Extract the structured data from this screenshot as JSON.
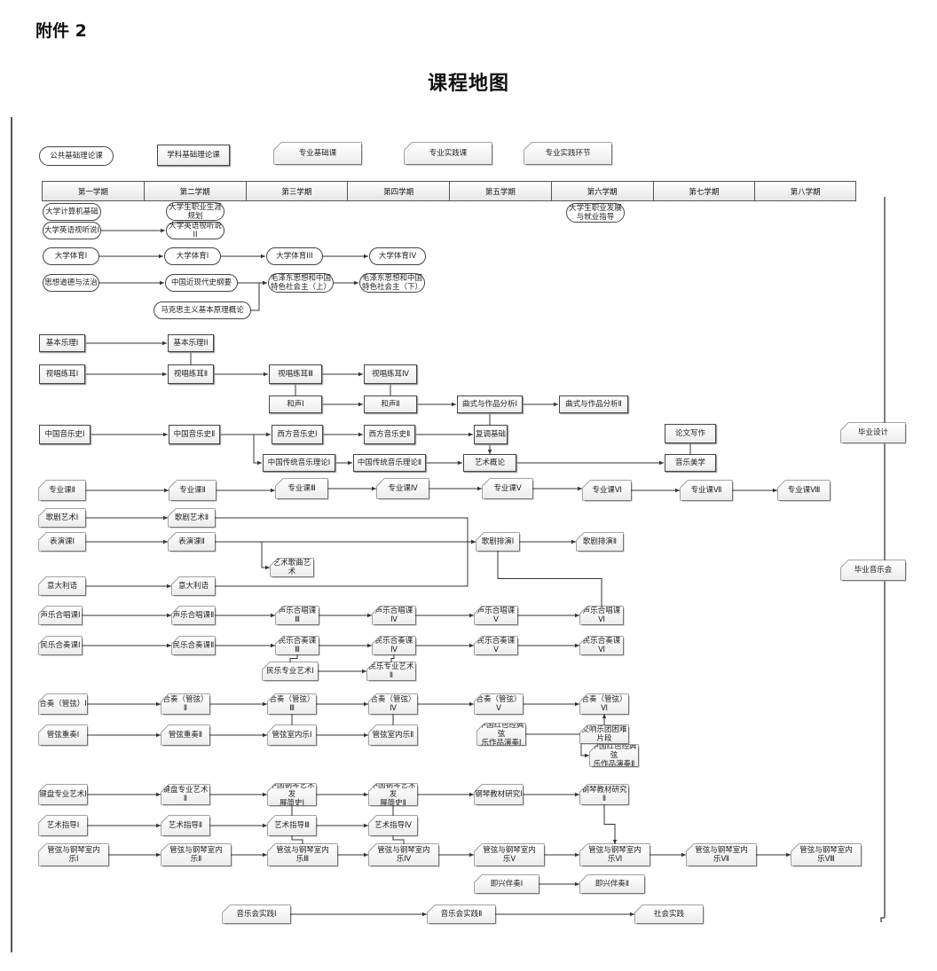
{
  "header": {
    "attachment": "附件 2",
    "title": "课程地图"
  },
  "semesters": [
    "第一学期",
    "第二学期",
    "第三学期",
    "第四学期",
    "第五学期",
    "第六学期",
    "第七学期",
    "第八学期"
  ],
  "legend": [
    {
      "id": "lg1",
      "label": "公共基础理论课",
      "shape": "pill"
    },
    {
      "id": "lg2",
      "label": "学科基础理论课",
      "shape": "rect"
    },
    {
      "id": "lg3",
      "label": "专业基础课",
      "shape": "tab"
    },
    {
      "id": "lg4",
      "label": "专业实践课",
      "shape": "tab"
    },
    {
      "id": "lg5",
      "label": "专业实践环节",
      "shape": "tab"
    }
  ],
  "nodes": [
    {
      "id": "jsj",
      "label": "大学计算机基础",
      "shape": "pill"
    },
    {
      "id": "zysy",
      "label": "大学生职业生涯\n规划",
      "shape": "pill"
    },
    {
      "id": "jyzd",
      "label": "大学生职业发展\n与就业指导",
      "shape": "pill"
    },
    {
      "id": "en1",
      "label": "大学英语视听说I",
      "shape": "pill"
    },
    {
      "id": "en2",
      "label": "大学英语视听说II",
      "shape": "pill"
    },
    {
      "id": "pe1",
      "label": "大学体育I",
      "shape": "pill"
    },
    {
      "id": "pe2",
      "label": "大学体育I",
      "shape": "pill"
    },
    {
      "id": "pe3",
      "label": "大学体育III",
      "shape": "pill"
    },
    {
      "id": "pe4",
      "label": "大学体育IV",
      "shape": "pill"
    },
    {
      "id": "sxdd",
      "label": "思想道德与法治",
      "shape": "pill"
    },
    {
      "id": "jxds",
      "label": "中国近现代史纲要",
      "shape": "pill"
    },
    {
      "id": "mao1",
      "label": "毛泽东思想和中国\n特色社会主（上）",
      "shape": "pill"
    },
    {
      "id": "mao2",
      "label": "毛泽东思想和中国\n特色社会主（下）",
      "shape": "pill"
    },
    {
      "id": "marx",
      "label": "马克思主义基本原理概论",
      "shape": "pill"
    },
    {
      "id": "yl1",
      "label": "基本乐理I",
      "shape": "rect"
    },
    {
      "id": "yl2",
      "label": "基本乐理II",
      "shape": "rect"
    },
    {
      "id": "sc1",
      "label": "视唱练耳Ⅰ",
      "shape": "rect"
    },
    {
      "id": "sc2",
      "label": "视唱练耳Ⅱ",
      "shape": "rect"
    },
    {
      "id": "sc3",
      "label": "视唱练耳Ⅲ",
      "shape": "rect"
    },
    {
      "id": "sc4",
      "label": "视唱练耳Ⅳ",
      "shape": "rect"
    },
    {
      "id": "hs1",
      "label": "和声I",
      "shape": "rect"
    },
    {
      "id": "hs2",
      "label": "和声Ⅱ",
      "shape": "rect"
    },
    {
      "id": "qs1",
      "label": "曲式与作品分析Ⅰ",
      "shape": "rect"
    },
    {
      "id": "qs2",
      "label": "曲式与作品分析Ⅱ",
      "shape": "rect"
    },
    {
      "id": "cmh1",
      "label": "中国音乐史Ⅰ",
      "shape": "rect"
    },
    {
      "id": "cmh2",
      "label": "中国音乐史Ⅱ",
      "shape": "rect"
    },
    {
      "id": "wmh1",
      "label": "西方音乐史Ⅰ",
      "shape": "rect"
    },
    {
      "id": "wmh2",
      "label": "西方音乐史Ⅱ",
      "shape": "rect"
    },
    {
      "id": "fd",
      "label": "复调基础",
      "shape": "rect"
    },
    {
      "id": "ct1",
      "label": "中国传统音乐理论Ⅰ",
      "shape": "rect"
    },
    {
      "id": "ct2",
      "label": "中国传统音乐理论Ⅱ",
      "shape": "rect"
    },
    {
      "id": "ysgl",
      "label": "艺术概论",
      "shape": "rect"
    },
    {
      "id": "lw",
      "label": "论文写作",
      "shape": "rect"
    },
    {
      "id": "ylmx",
      "label": "音乐美学",
      "shape": "rect"
    },
    {
      "id": "zy1",
      "label": "专业课Ⅱ",
      "shape": "tab"
    },
    {
      "id": "zy2",
      "label": "专业课Ⅱ",
      "shape": "tab"
    },
    {
      "id": "zy3",
      "label": "专业课Ⅲ",
      "shape": "tab"
    },
    {
      "id": "zy4",
      "label": "专业课Ⅳ",
      "shape": "tab"
    },
    {
      "id": "zy5",
      "label": "专业课Ⅴ",
      "shape": "tab"
    },
    {
      "id": "zy6",
      "label": "专业课Ⅵ",
      "shape": "tab"
    },
    {
      "id": "zy7",
      "label": "专业课Ⅶ",
      "shape": "tab"
    },
    {
      "id": "zy8",
      "label": "专业课Ⅷ",
      "shape": "tab"
    },
    {
      "id": "gj1",
      "label": "歌剧艺术Ⅰ",
      "shape": "tab"
    },
    {
      "id": "gj2",
      "label": "歌剧艺术Ⅱ",
      "shape": "tab"
    },
    {
      "id": "by1",
      "label": "表演课Ⅰ",
      "shape": "tab"
    },
    {
      "id": "by2",
      "label": "表演课Ⅱ",
      "shape": "tab"
    },
    {
      "id": "gp1",
      "label": "歌剧排演Ⅰ",
      "shape": "tab"
    },
    {
      "id": "gp2",
      "label": "歌剧排演Ⅱ",
      "shape": "tab"
    },
    {
      "id": "yssq",
      "label": "艺术歌曲艺术",
      "shape": "tab"
    },
    {
      "id": "ydl1",
      "label": "意大利语",
      "shape": "tab"
    },
    {
      "id": "ydl2",
      "label": "意大利语",
      "shape": "tab"
    },
    {
      "id": "sy1",
      "label": "声乐合唱课Ⅰ",
      "shape": "tab"
    },
    {
      "id": "sy2",
      "label": "声乐合唱课Ⅱ",
      "shape": "tab"
    },
    {
      "id": "sy3",
      "label": "声乐合唱课Ⅲ",
      "shape": "tab"
    },
    {
      "id": "sy4",
      "label": "声乐合唱课Ⅳ",
      "shape": "tab"
    },
    {
      "id": "sy5",
      "label": "声乐合唱课Ⅴ",
      "shape": "tab"
    },
    {
      "id": "sy6",
      "label": "声乐合唱课Ⅵ",
      "shape": "tab"
    },
    {
      "id": "my1",
      "label": "民乐合奏课Ⅰ",
      "shape": "tab"
    },
    {
      "id": "my2",
      "label": "民乐合奏课Ⅱ",
      "shape": "tab"
    },
    {
      "id": "my3",
      "label": "民乐合奏课Ⅲ",
      "shape": "tab"
    },
    {
      "id": "my4",
      "label": "民乐合奏课Ⅳ",
      "shape": "tab"
    },
    {
      "id": "my5",
      "label": "民乐合奏课Ⅴ",
      "shape": "tab"
    },
    {
      "id": "my6",
      "label": "民乐合奏课Ⅵ",
      "shape": "tab"
    },
    {
      "id": "mz1",
      "label": "民乐专业艺术Ⅰ",
      "shape": "tab"
    },
    {
      "id": "mz2",
      "label": "民乐专业艺术Ⅱ",
      "shape": "tab"
    },
    {
      "id": "hz1",
      "label": "合奏（管弦）Ⅰ",
      "shape": "tab"
    },
    {
      "id": "hz2",
      "label": "合奏（管弦）Ⅱ",
      "shape": "tab"
    },
    {
      "id": "hz3",
      "label": "合奏（管弦）Ⅲ",
      "shape": "tab"
    },
    {
      "id": "hz4",
      "label": "合奏（管弦）Ⅳ",
      "shape": "tab"
    },
    {
      "id": "hz5",
      "label": "合奏（管弦）Ⅴ",
      "shape": "tab"
    },
    {
      "id": "hz6",
      "label": "合奏（管弦）Ⅵ",
      "shape": "tab"
    },
    {
      "id": "cz1",
      "label": "管弦重奏Ⅰ",
      "shape": "tab"
    },
    {
      "id": "cz2",
      "label": "管弦重奏Ⅱ",
      "shape": "tab"
    },
    {
      "id": "sn1",
      "label": "管弦室内乐Ⅰ",
      "shape": "tab"
    },
    {
      "id": "sn2",
      "label": "管弦室内乐Ⅱ",
      "shape": "tab"
    },
    {
      "id": "red1",
      "label": "中国红色经典弦\n乐作品演奏Ⅰ",
      "shape": "tab"
    },
    {
      "id": "jxy",
      "label": "交响乐团困难片段",
      "shape": "tab"
    },
    {
      "id": "red2",
      "label": "中国红色经典弦\n乐作品演奏Ⅱ",
      "shape": "tab"
    },
    {
      "id": "jp1",
      "label": "键盘专业艺术Ⅰ",
      "shape": "tab"
    },
    {
      "id": "jp2",
      "label": "键盘专业艺术Ⅱ",
      "shape": "tab"
    },
    {
      "id": "jp3",
      "label": "中国钢琴艺术发\n展简史Ⅰ",
      "shape": "tab"
    },
    {
      "id": "jp4",
      "label": "中国钢琴艺术发\n展简史Ⅱ",
      "shape": "tab"
    },
    {
      "id": "jp5",
      "label": "钢琴教材研究Ⅰ",
      "shape": "tab"
    },
    {
      "id": "jp6",
      "label": "钢琴教材研究Ⅱ",
      "shape": "tab"
    },
    {
      "id": "zd1",
      "label": "艺术指导Ⅰ",
      "shape": "tab"
    },
    {
      "id": "zd2",
      "label": "艺术指导Ⅱ",
      "shape": "tab"
    },
    {
      "id": "zd3",
      "label": "艺术指导Ⅲ",
      "shape": "tab"
    },
    {
      "id": "zd4",
      "label": "艺术指导Ⅳ",
      "shape": "tab"
    },
    {
      "id": "gq1",
      "label": "管弦与钢琴室内\n乐Ⅰ",
      "shape": "tab"
    },
    {
      "id": "gq2",
      "label": "管弦与钢琴室内\n乐Ⅱ",
      "shape": "tab"
    },
    {
      "id": "gq3",
      "label": "管弦与钢琴室内\n乐Ⅲ",
      "shape": "tab"
    },
    {
      "id": "gq4",
      "label": "管弦与钢琴室内\n乐Ⅳ",
      "shape": "tab"
    },
    {
      "id": "gq5",
      "label": "管弦与钢琴室内\n乐Ⅴ",
      "shape": "tab"
    },
    {
      "id": "gq6",
      "label": "管弦与钢琴室内\n乐Ⅵ",
      "shape": "tab"
    },
    {
      "id": "gq7",
      "label": "管弦与钢琴室内\n乐Ⅶ",
      "shape": "tab"
    },
    {
      "id": "gq8",
      "label": "管弦与钢琴室内\n乐Ⅷ",
      "shape": "tab"
    },
    {
      "id": "jx1",
      "label": "即兴伴奏Ⅰ",
      "shape": "tab"
    },
    {
      "id": "jx2",
      "label": "即兴伴奏Ⅱ",
      "shape": "tab"
    },
    {
      "id": "yy1",
      "label": "音乐会实践Ⅰ",
      "shape": "tab"
    },
    {
      "id": "yy2",
      "label": "音乐会实践Ⅱ",
      "shape": "tab"
    },
    {
      "id": "shsj",
      "label": "社会实践",
      "shape": "tab"
    },
    {
      "id": "bysj",
      "label": "毕业设计",
      "shape": "tab"
    },
    {
      "id": "byyyh",
      "label": "毕业音乐会",
      "shape": "tab"
    }
  ],
  "edges": [
    [
      "en1",
      "en2",
      "arrow"
    ],
    [
      "pe1",
      "pe2",
      "arrow"
    ],
    [
      "pe2",
      "pe3",
      "arrow"
    ],
    [
      "pe3",
      "pe4",
      "arrow"
    ],
    [
      "sxdd",
      "jxds",
      "arrow"
    ],
    [
      "jxds",
      "mao1",
      "arrow"
    ],
    [
      "marx",
      "mao1",
      "arrow"
    ],
    [
      "mao1",
      "mao2",
      "arrow"
    ],
    [
      "yl1",
      "yl2",
      "arrow"
    ],
    [
      "yl2",
      "sc2",
      "line"
    ],
    [
      "sc1",
      "sc2",
      "arrow"
    ],
    [
      "sc2",
      "sc3",
      "arrow"
    ],
    [
      "sc3",
      "sc4",
      "arrow"
    ],
    [
      "sc3",
      "hs1",
      "line"
    ],
    [
      "sc4",
      "hs2",
      "line"
    ],
    [
      "hs1",
      "hs2",
      "arrow"
    ],
    [
      "hs2",
      "qs1",
      "arrow"
    ],
    [
      "qs1",
      "qs2",
      "arrow"
    ],
    [
      "qs1",
      "ysgl",
      "varrow"
    ],
    [
      "cmh1",
      "cmh2",
      "arrow"
    ],
    [
      "cmh2",
      "wmh1",
      "arrow"
    ],
    [
      "wmh1",
      "wmh2",
      "arrow"
    ],
    [
      "wmh2",
      "fd",
      "arrow"
    ],
    [
      "cmh2",
      "ct1",
      "arrow"
    ],
    [
      "ct1",
      "ct2",
      "arrow"
    ],
    [
      "ct2",
      "ysgl",
      "arrow"
    ],
    [
      "ysgl",
      "ylmx",
      "arrow"
    ],
    [
      "lw",
      "ylmx",
      "line"
    ],
    [
      "zy1",
      "zy2",
      "arrow"
    ],
    [
      "zy2",
      "zy3",
      "arrow"
    ],
    [
      "zy3",
      "zy4",
      "arrow"
    ],
    [
      "zy4",
      "zy5",
      "arrow"
    ],
    [
      "zy5",
      "zy6",
      "arrow"
    ],
    [
      "zy6",
      "zy7",
      "arrow"
    ],
    [
      "zy7",
      "zy8",
      "arrow"
    ],
    [
      "gj1",
      "gj2",
      "arrow"
    ],
    [
      "gj2",
      "gp1",
      "arrow"
    ],
    [
      "by1",
      "by2",
      "arrow"
    ],
    [
      "by2",
      "gp1",
      "arrow"
    ],
    [
      "by2",
      "yssq",
      "arrow"
    ],
    [
      "gp1",
      "gp2",
      "arrow"
    ],
    [
      "ydl1",
      "ydl2",
      "arrow"
    ],
    [
      "ydl2",
      "gp1",
      "arrow"
    ],
    [
      "gp1",
      "sy6",
      "line"
    ],
    [
      "sy1",
      "sy2",
      "arrow"
    ],
    [
      "sy2",
      "sy3",
      "arrow"
    ],
    [
      "sy3",
      "sy4",
      "arrow"
    ],
    [
      "sy4",
      "sy5",
      "arrow"
    ],
    [
      "sy5",
      "sy6",
      "arrow"
    ],
    [
      "my1",
      "my2",
      "arrow"
    ],
    [
      "my2",
      "my3",
      "arrow"
    ],
    [
      "my3",
      "my4",
      "arrow"
    ],
    [
      "my4",
      "my5",
      "arrow"
    ],
    [
      "my5",
      "my6",
      "arrow"
    ],
    [
      "my3",
      "mz1",
      "line"
    ],
    [
      "my4",
      "mz2",
      "line"
    ],
    [
      "mz1",
      "mz2",
      "arrow"
    ],
    [
      "hz1",
      "hz2",
      "arrow"
    ],
    [
      "hz2",
      "hz3",
      "arrow"
    ],
    [
      "hz3",
      "hz4",
      "arrow"
    ],
    [
      "hz4",
      "hz5",
      "arrow"
    ],
    [
      "hz5",
      "hz6",
      "arrow"
    ],
    [
      "cz1",
      "cz2",
      "arrow"
    ],
    [
      "cz2",
      "sn1",
      "arrow"
    ],
    [
      "sn1",
      "sn2",
      "arrow"
    ],
    [
      "hz3",
      "sn1",
      "line"
    ],
    [
      "hz4",
      "sn2",
      "line"
    ],
    [
      "red1",
      "red2",
      "arrow"
    ],
    [
      "jxy",
      "hz6",
      "varrow"
    ],
    [
      "jp1",
      "jp2",
      "arrow"
    ],
    [
      "jp2",
      "jp3",
      "arrow"
    ],
    [
      "jp3",
      "jp4",
      "arrow"
    ],
    [
      "jp4",
      "jp5",
      "arrow"
    ],
    [
      "jp5",
      "jp6",
      "arrow"
    ],
    [
      "zd1",
      "zd2",
      "arrow"
    ],
    [
      "zd2",
      "zd3",
      "arrow"
    ],
    [
      "zd3",
      "zd4",
      "arrow"
    ],
    [
      "jp3",
      "zd3",
      "line"
    ],
    [
      "jp4",
      "zd4",
      "line"
    ],
    [
      "zd3",
      "gq3",
      "line"
    ],
    [
      "zd4",
      "gq4",
      "line"
    ],
    [
      "jp6",
      "gq6",
      "varrow"
    ],
    [
      "gq1",
      "gq2",
      "arrow"
    ],
    [
      "gq2",
      "gq3",
      "arrow"
    ],
    [
      "gq3",
      "gq4",
      "arrow"
    ],
    [
      "gq4",
      "gq5",
      "arrow"
    ],
    [
      "gq5",
      "gq6",
      "arrow"
    ],
    [
      "gq6",
      "gq7",
      "arrow"
    ],
    [
      "gq7",
      "gq8",
      "arrow"
    ],
    [
      "jx1",
      "jx2",
      "arrow"
    ],
    [
      "yy1",
      "yy2",
      "arrow"
    ],
    [
      "yy2",
      "shsj",
      "arrow"
    ]
  ]
}
